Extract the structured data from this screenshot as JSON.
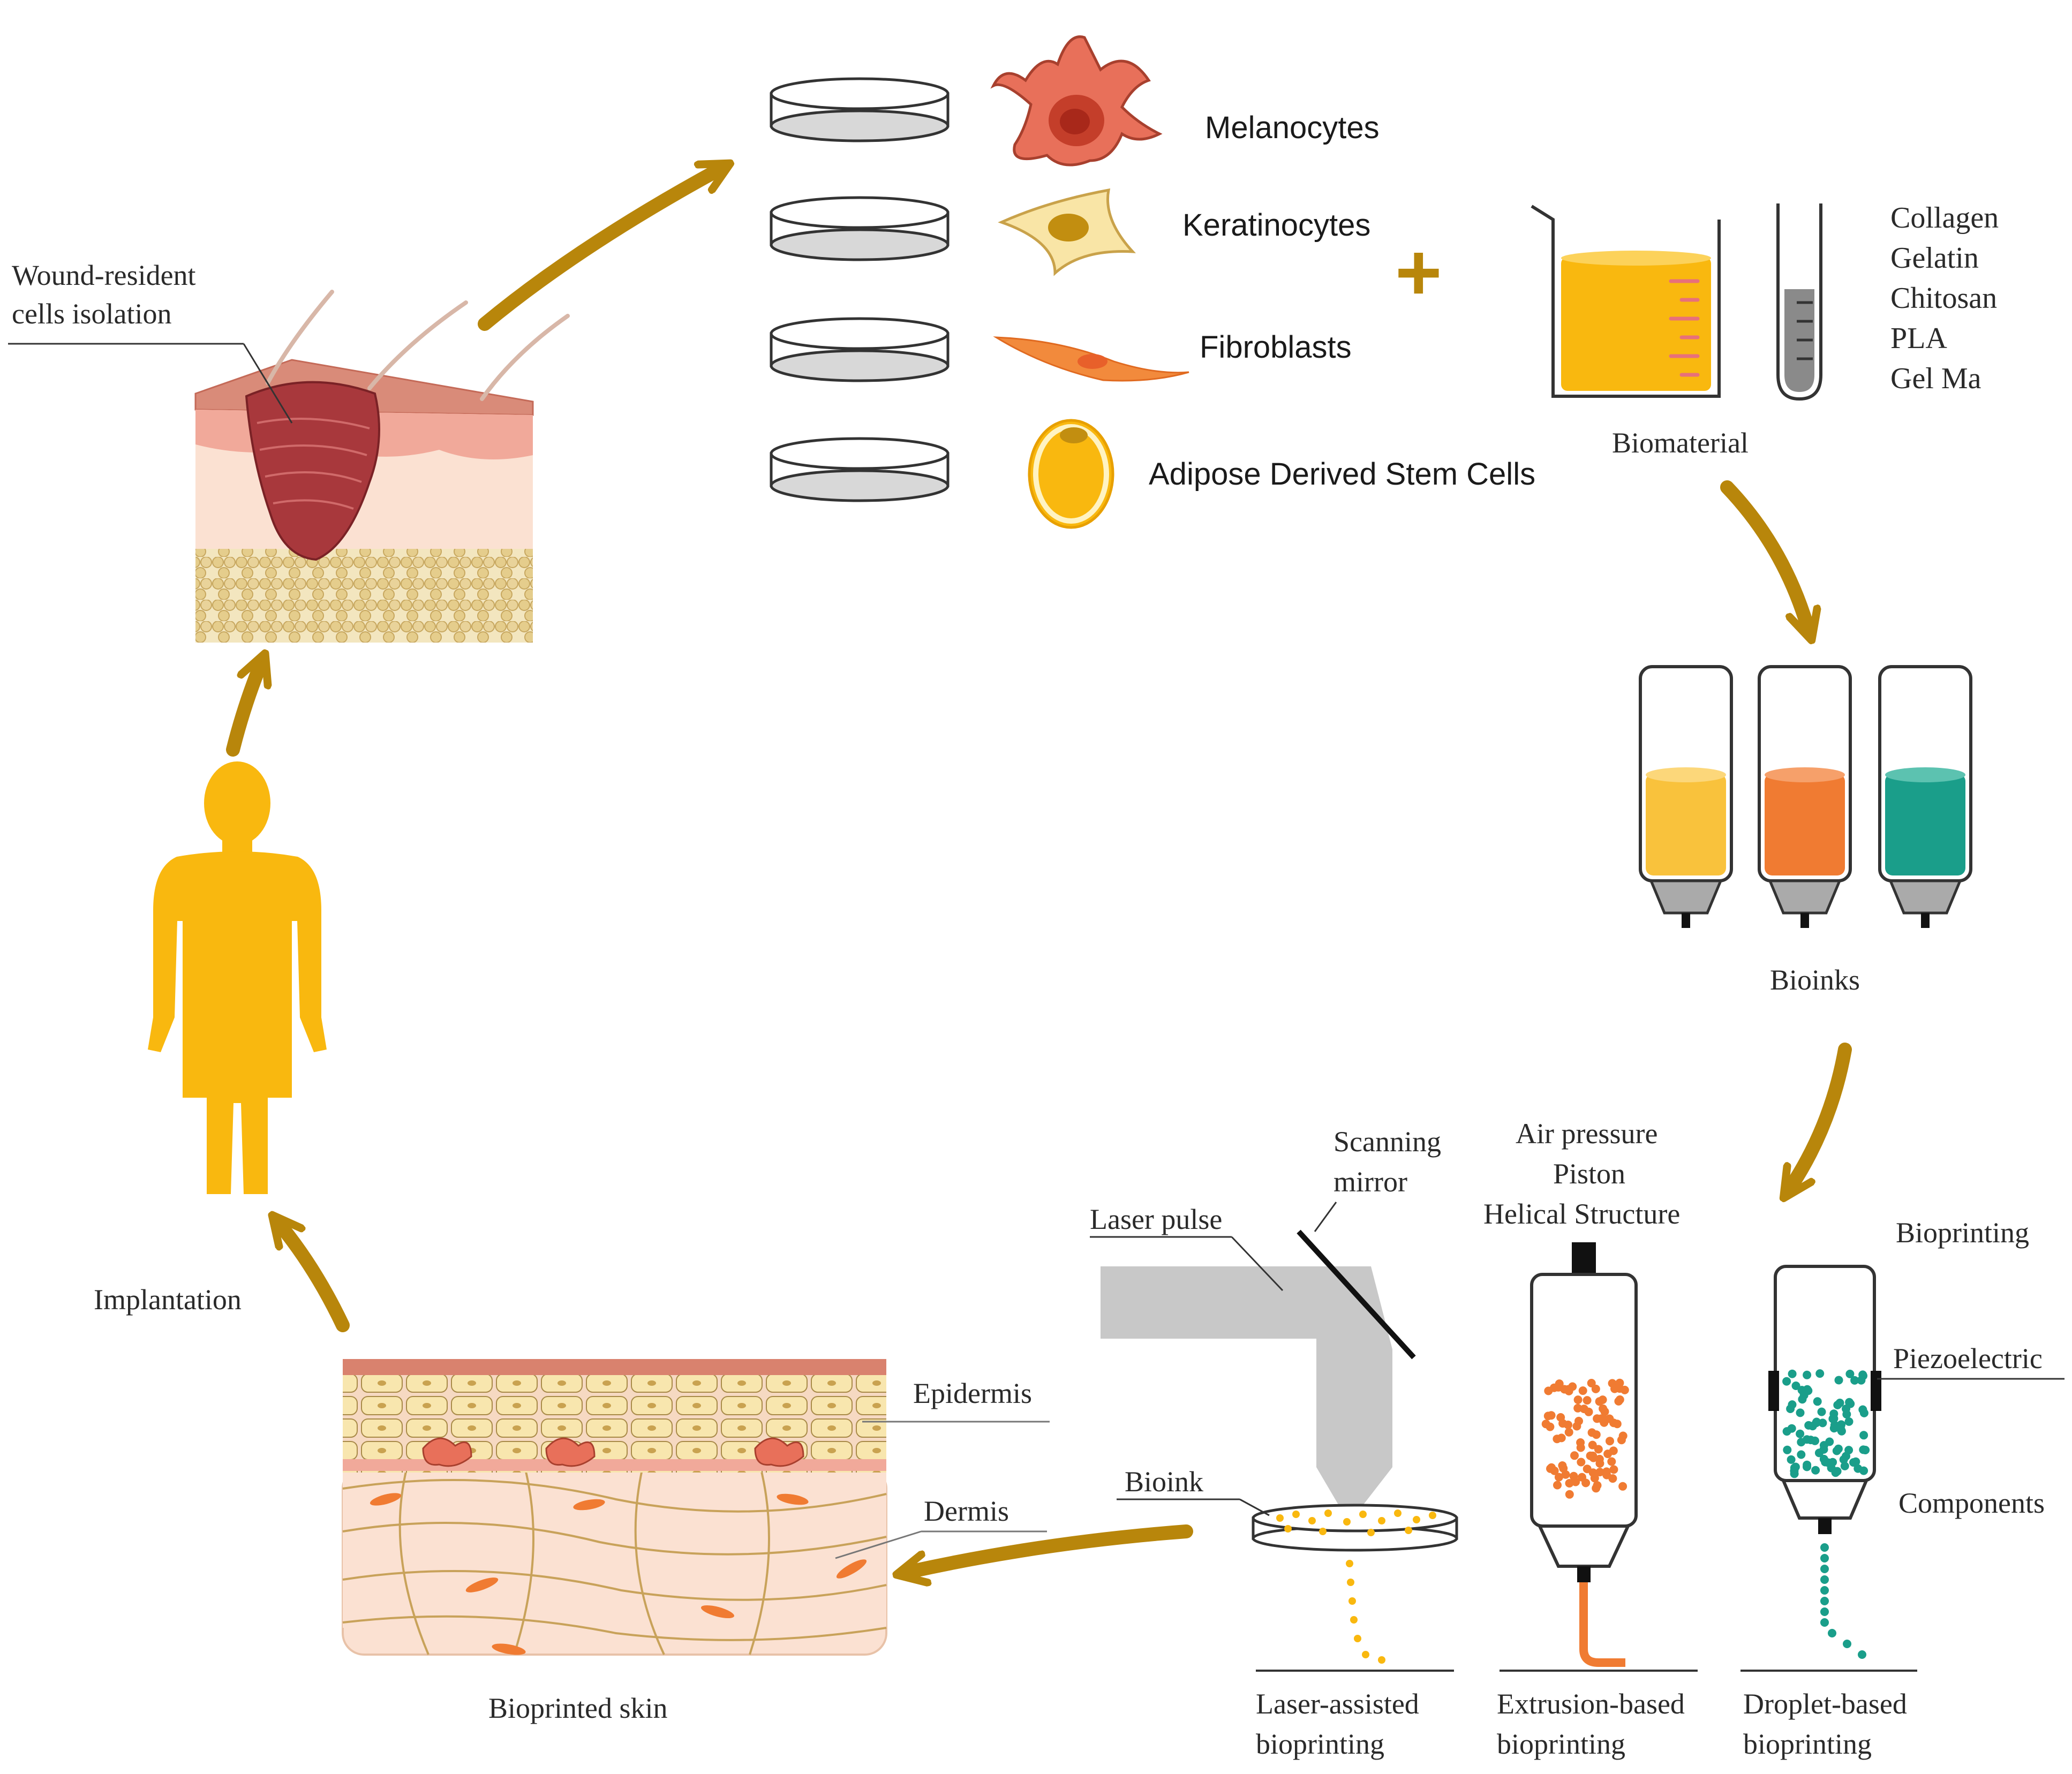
{
  "colors": {
    "arrow": "#b8860b",
    "skin_top": "#d9826e",
    "skin_body": "#fbe1d2",
    "wound": "#a8383c",
    "fat": "#e8d39a",
    "melanocyte": "#e8705a",
    "keratinocyte": "#f9e5a6",
    "fibroblast": "#f28a3c",
    "stem_cell": "#f9b80f",
    "human": "#f9b80f",
    "bioink_yellow": "#f9c23c",
    "bioink_orange": "#f07b32",
    "bioink_teal": "#1a9e8a",
    "laser_gray": "#c8c8c8"
  },
  "icons": [
    "petri-dish-icon",
    "melanocyte-icon",
    "keratinocyte-icon",
    "fibroblast-icon",
    "stem-cell-icon",
    "beaker-icon",
    "test-tube-icon",
    "cartridge-icon",
    "human-figure-icon",
    "scanning-mirror-icon",
    "syringe-icon"
  ],
  "skin_sample": {
    "label_line1": "Wound-resident",
    "label_line2": "cells isolation"
  },
  "cells": [
    {
      "label": "Melanocytes"
    },
    {
      "label": "Keratinocytes"
    },
    {
      "label": "Fibroblasts"
    },
    {
      "label": "Adipose Derived Stem Cells"
    }
  ],
  "plus_sign": "+",
  "biomaterial": {
    "label": "Biomaterial",
    "materials": [
      "Collagen",
      "Gelatin",
      "Chitosan",
      "PLA",
      "Gel Ma"
    ]
  },
  "bioinks": {
    "label": "Bioinks"
  },
  "laser": {
    "scanning_mirror_line1": "Scanning",
    "scanning_mirror_line2": "mirror",
    "laser_pulse": "Laser pulse",
    "bioink": "Bioink",
    "method_line1": "Laser-assisted",
    "method_line2": "bioprinting"
  },
  "extrusion": {
    "driver1": "Air pressure",
    "driver2": "Piston",
    "driver3": "Helical Structure",
    "method_line1": "Extrusion-based",
    "method_line2": "bioprinting"
  },
  "droplet": {
    "bioprinting": "Bioprinting",
    "piezoelectric": "Piezoelectric",
    "components": "Components",
    "method_line1": "Droplet-based",
    "method_line2": "bioprinting"
  },
  "bioprinted_skin": {
    "label": "Bioprinted skin",
    "epidermis": "Epidermis",
    "dermis": "Dermis"
  },
  "implantation": {
    "label": "Implantation"
  }
}
